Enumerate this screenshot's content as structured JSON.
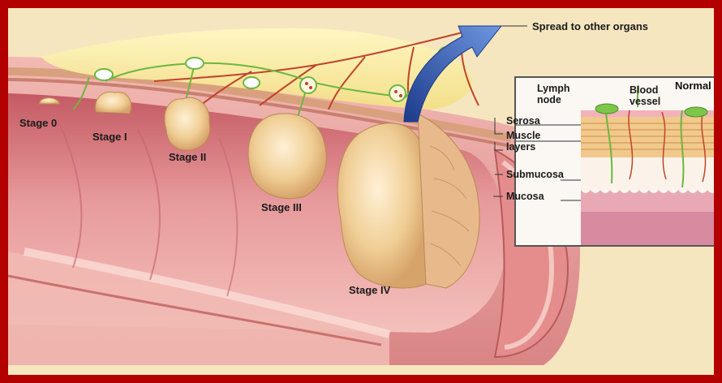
{
  "stages": [
    {
      "label": "Stage 0"
    },
    {
      "label": "Stage I"
    },
    {
      "label": "Stage II"
    },
    {
      "label": "Stage III"
    },
    {
      "label": "Stage IV"
    }
  ],
  "spread_label": "Spread to other organs",
  "inset": {
    "title": "Normal",
    "labels": {
      "lymph_node": "Lymph node",
      "blood_vessel": "Blood vessel",
      "serosa": "Serosa",
      "muscle_layers": "Muscle layers",
      "submucosa": "Submucosa",
      "mucosa": "Mucosa"
    }
  },
  "colors": {
    "border": "#b30000",
    "background": "#f6e6bf",
    "colon_wall": "#e8a4a4",
    "tumor": "#f0d3a2",
    "arrow": "#2c4fa8",
    "lymph": "#7cc64a",
    "vessel": "#c0442a"
  }
}
